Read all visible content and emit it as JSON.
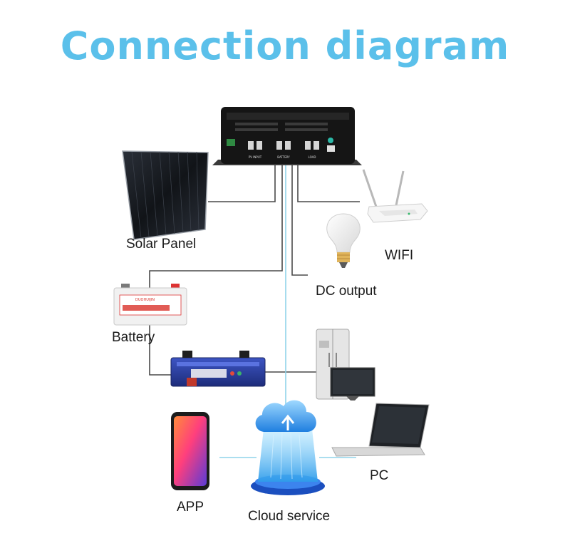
{
  "title": "Connection diagram",
  "colors": {
    "title": "#5bc0ea",
    "wire": "#4a4a4a",
    "data_link": "#8fd3ea",
    "cloud": "#2f9cea",
    "inverter_body": "#151515",
    "battery_label": "#d9322b",
    "controller_body": "#2a3f9a"
  },
  "nodes": {
    "solar_panel": "Solar Panel",
    "wifi": "WIFI",
    "dc_output": "DC output",
    "battery": "Battery",
    "app": "APP",
    "cloud_service": "Cloud service",
    "pc": "PC"
  },
  "device_labels": {
    "inverter_ports": [
      "PV INPUT",
      "BATTERY",
      "LOAD"
    ],
    "battery_brand": "DUOHUIJIN"
  }
}
